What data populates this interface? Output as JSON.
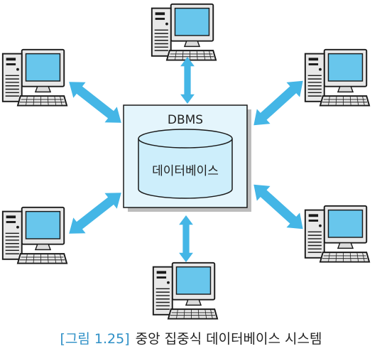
{
  "server": {
    "title": "DBMS",
    "database_label": "데이터베이스"
  },
  "clients": [
    {
      "name": "client-top"
    },
    {
      "name": "client-top-left"
    },
    {
      "name": "client-top-right"
    },
    {
      "name": "client-bottom-left"
    },
    {
      "name": "client-bottom-right"
    },
    {
      "name": "client-bottom"
    }
  ],
  "caption": {
    "figure_number": "[그림 1.25]",
    "text": "중앙 집중식 데이터베이스 시스템"
  },
  "colors": {
    "arrow": "#44b6e6",
    "screen": "#68c6ec",
    "database": "#cdeefb",
    "server_box": "#e4f5fc"
  }
}
